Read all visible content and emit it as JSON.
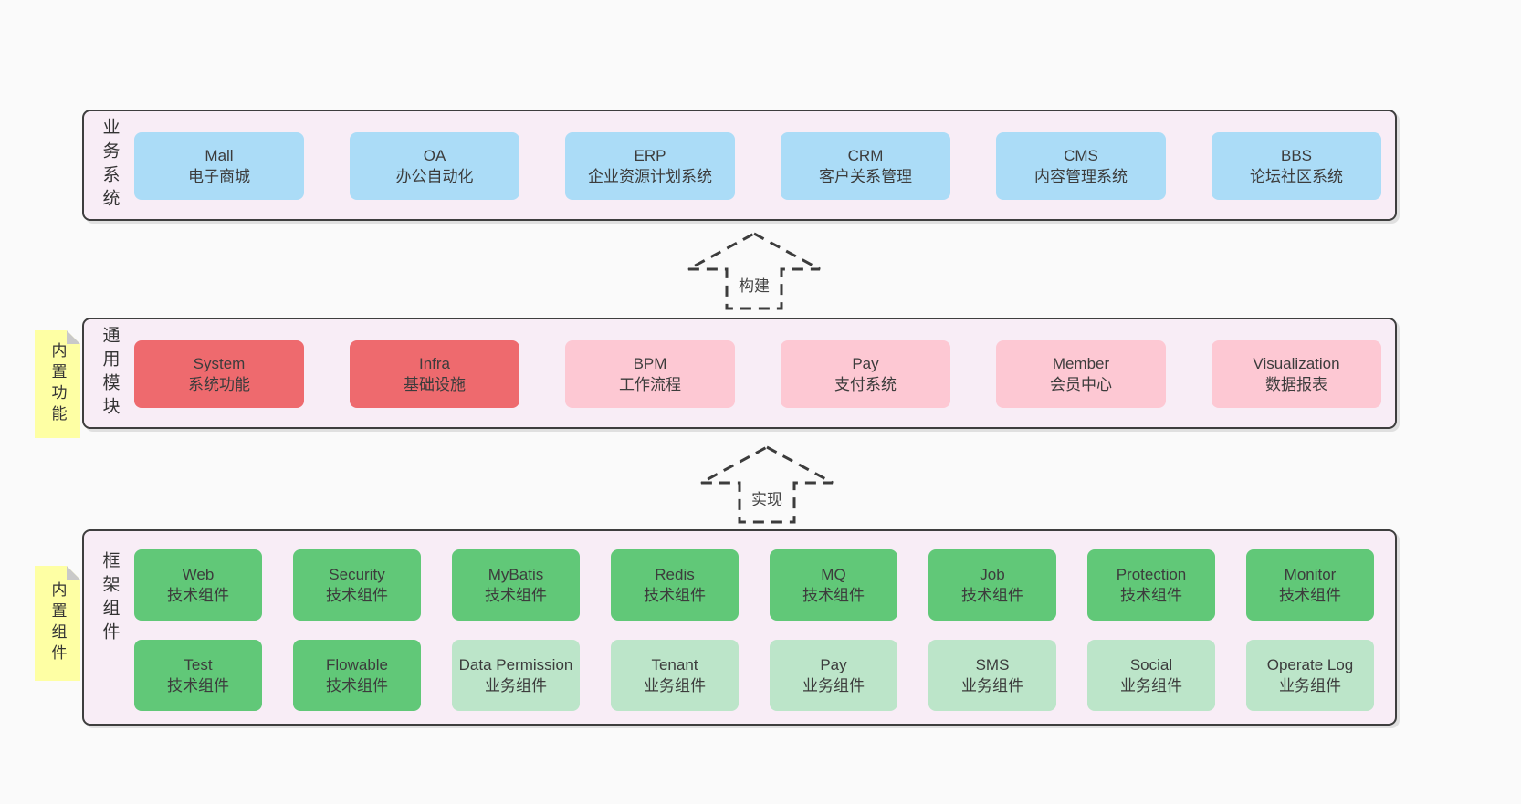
{
  "colors": {
    "page_bg": "#fafafa",
    "panel_bg": "#f8edf6",
    "panel_border": "#3e3e3e",
    "box_blue": "#abdcf7",
    "box_red": "#ee6a6e",
    "box_pink": "#fdc8d3",
    "box_green_dark": "#61c878",
    "box_green_light": "#bce5c9",
    "note_yellow": "#feffa4",
    "note_fold_gray": "#c9c9c9",
    "text": "#3c3c3c"
  },
  "sections": {
    "business": {
      "label": "业务系统",
      "boxes": [
        {
          "title": "Mall",
          "subtitle": "电子商城",
          "variant": "blue"
        },
        {
          "title": "OA",
          "subtitle": "办公自动化",
          "variant": "blue"
        },
        {
          "title": "ERP",
          "subtitle": "企业资源计划系统",
          "variant": "blue"
        },
        {
          "title": "CRM",
          "subtitle": "客户关系管理",
          "variant": "blue"
        },
        {
          "title": "CMS",
          "subtitle": "内容管理系统",
          "variant": "blue"
        },
        {
          "title": "BBS",
          "subtitle": "论坛社区系统",
          "variant": "blue"
        }
      ]
    },
    "modules": {
      "label": "通用模块",
      "note": "内置功能",
      "boxes": [
        {
          "title": "System",
          "subtitle": "系统功能",
          "variant": "red"
        },
        {
          "title": "Infra",
          "subtitle": "基础设施",
          "variant": "red"
        },
        {
          "title": "BPM",
          "subtitle": "工作流程",
          "variant": "pink"
        },
        {
          "title": "Pay",
          "subtitle": "支付系统",
          "variant": "pink"
        },
        {
          "title": "Member",
          "subtitle": "会员中心",
          "variant": "pink"
        },
        {
          "title": "Visualization",
          "subtitle": "数据报表",
          "variant": "pink"
        }
      ]
    },
    "framework": {
      "label": "框架组件",
      "note": "内置组件",
      "rows": [
        [
          {
            "title": "Web",
            "subtitle": "技术组件",
            "variant": "green-dark"
          },
          {
            "title": "Security",
            "subtitle": "技术组件",
            "variant": "green-dark"
          },
          {
            "title": "MyBatis",
            "subtitle": "技术组件",
            "variant": "green-dark"
          },
          {
            "title": "Redis",
            "subtitle": "技术组件",
            "variant": "green-dark"
          },
          {
            "title": "MQ",
            "subtitle": "技术组件",
            "variant": "green-dark"
          },
          {
            "title": "Job",
            "subtitle": "技术组件",
            "variant": "green-dark"
          },
          {
            "title": "Protection",
            "subtitle": "技术组件",
            "variant": "green-dark"
          },
          {
            "title": "Monitor",
            "subtitle": "技术组件",
            "variant": "green-dark"
          }
        ],
        [
          {
            "title": "Test",
            "subtitle": "技术组件",
            "variant": "green-dark"
          },
          {
            "title": "Flowable",
            "subtitle": "技术组件",
            "variant": "green-dark"
          },
          {
            "title": "Data Permission",
            "subtitle": "业务组件",
            "variant": "green-light"
          },
          {
            "title": "Tenant",
            "subtitle": "业务组件",
            "variant": "green-light"
          },
          {
            "title": "Pay",
            "subtitle": "业务组件",
            "variant": "green-light"
          },
          {
            "title": "SMS",
            "subtitle": "业务组件",
            "variant": "green-light"
          },
          {
            "title": "Social",
            "subtitle": "业务组件",
            "variant": "green-light"
          },
          {
            "title": "Operate Log",
            "subtitle": "业务组件",
            "variant": "green-light"
          }
        ]
      ]
    }
  },
  "arrows": [
    {
      "label": "构建"
    },
    {
      "label": "实现"
    }
  ]
}
